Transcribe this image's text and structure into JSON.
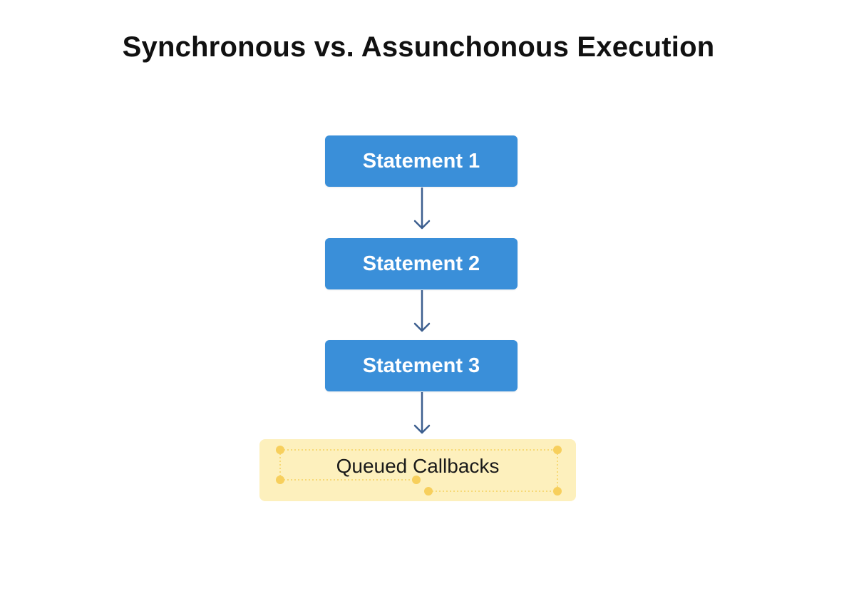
{
  "title": "Synchronous vs. Assunchonous Execution",
  "statements": [
    {
      "label": "Statement 1"
    },
    {
      "label": "Statement 2"
    },
    {
      "label": "Statement 3"
    }
  ],
  "queue": {
    "label": "Queued Callbacks"
  },
  "colors": {
    "statement_fill": "#3a8fd9",
    "arrow": "#3d5f8f",
    "queue_fill": "#fdf0bd",
    "queue_handles": "#f7cf5c"
  }
}
